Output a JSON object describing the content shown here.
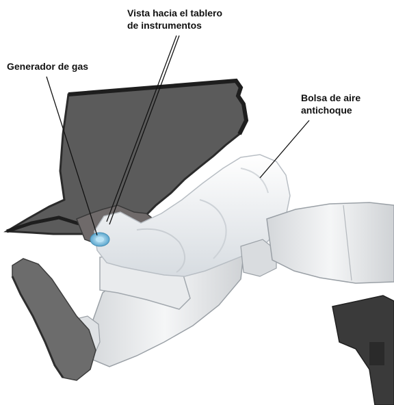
{
  "labels": {
    "dashboard_view_line1": "Vista hacia el tablero",
    "dashboard_view_line2": "de instrumentos",
    "gas_generator": "Generador de gas",
    "airbag_line1": "Bolsa de aire",
    "airbag_line2": "antichoque"
  },
  "colors": {
    "dashboard": "#5b5b5b",
    "dashboard_edge": "#2b2b2b",
    "airbag": "#eef1f4",
    "mannequin": "#e4e6e8",
    "shoe": "#6c6c6c",
    "inflator_glow": "#8ec9e6"
  }
}
